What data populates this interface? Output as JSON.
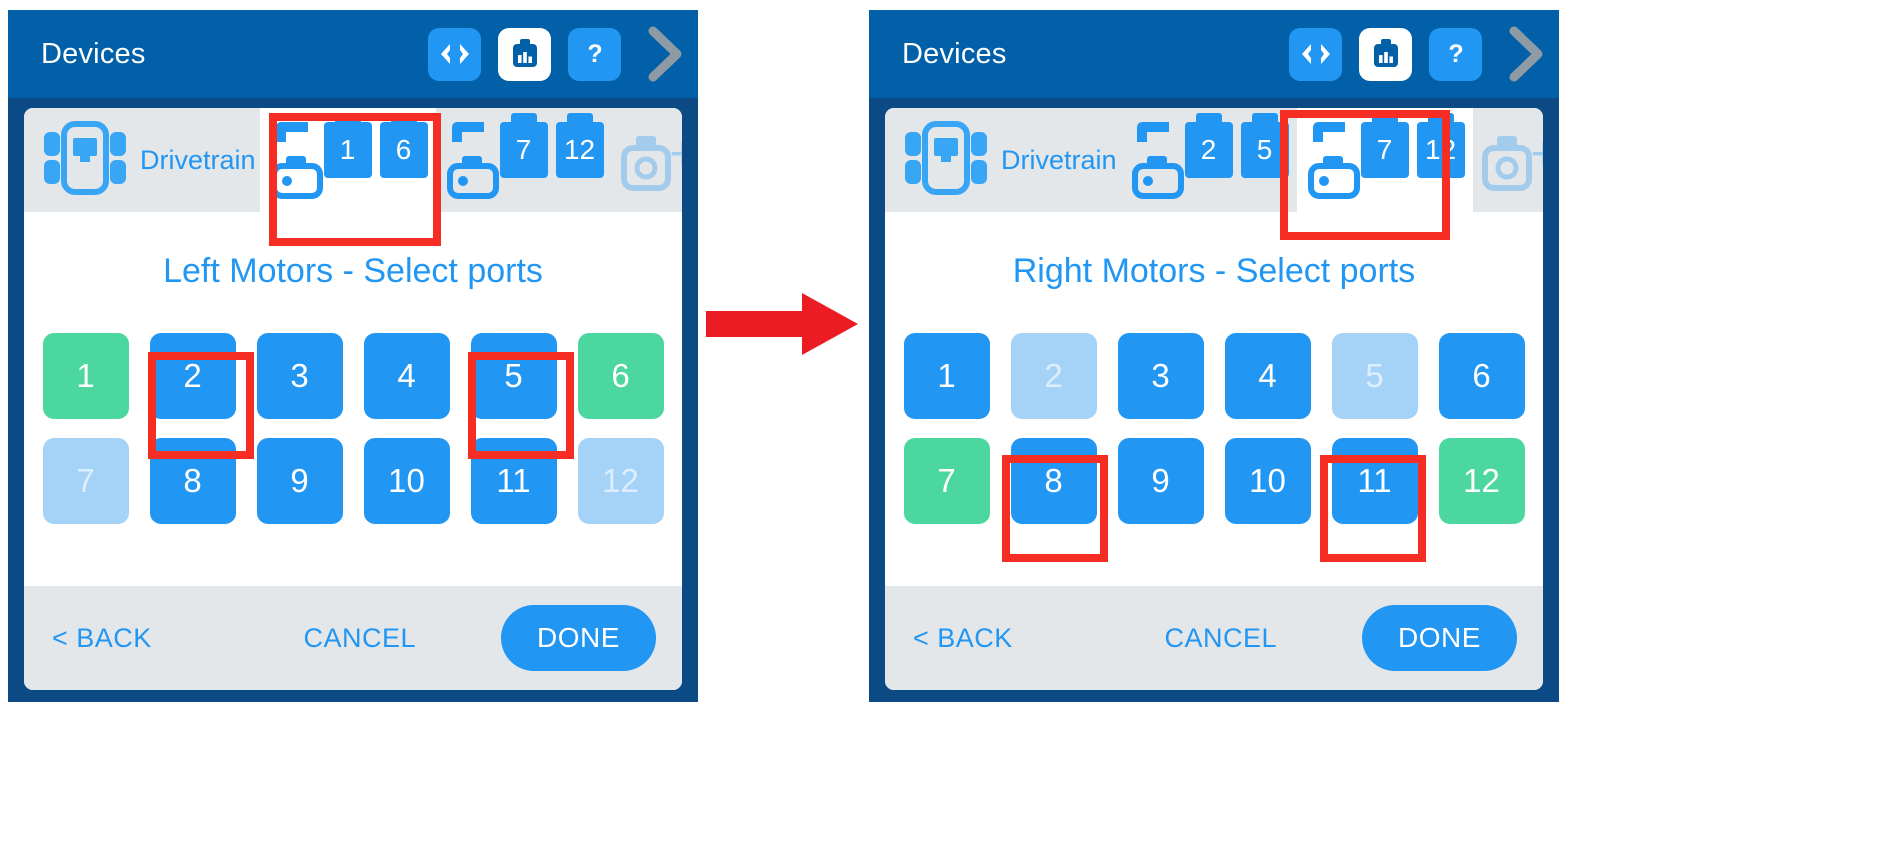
{
  "panels": [
    {
      "id": "left",
      "appbar": {
        "title": "Devices",
        "icons": [
          {
            "name": "code-icon",
            "glyph": "<>"
          },
          {
            "name": "brain-icon",
            "glyph": "brain"
          },
          {
            "name": "help-icon",
            "glyph": "?"
          },
          {
            "name": "chevron-right-icon",
            "glyph": ">"
          }
        ]
      },
      "devicebar": {
        "brain_label": "Drivetrain",
        "groups": [
          {
            "name": "left-motor-group",
            "ports": [
              "1",
              "6"
            ],
            "highlighted": true
          },
          {
            "name": "right-motor-group",
            "ports": [
              "7",
              "12"
            ],
            "highlighted": false
          }
        ],
        "add_label": "+"
      },
      "prompt": "Left Motors - Select ports",
      "ports": [
        {
          "label": "1",
          "state": "sel"
        },
        {
          "label": "2",
          "state": "avail"
        },
        {
          "label": "3",
          "state": "avail"
        },
        {
          "label": "4",
          "state": "avail"
        },
        {
          "label": "5",
          "state": "avail"
        },
        {
          "label": "6",
          "state": "sel"
        },
        {
          "label": "7",
          "state": "dis"
        },
        {
          "label": "8",
          "state": "avail"
        },
        {
          "label": "9",
          "state": "avail"
        },
        {
          "label": "10",
          "state": "avail"
        },
        {
          "label": "11",
          "state": "avail"
        },
        {
          "label": "12",
          "state": "dis"
        }
      ],
      "footer": {
        "back": "< BACK",
        "cancel": "CANCEL",
        "done": "DONE"
      }
    },
    {
      "id": "right",
      "appbar": {
        "title": "Devices",
        "icons": [
          {
            "name": "code-icon",
            "glyph": "<>"
          },
          {
            "name": "brain-icon",
            "glyph": "brain"
          },
          {
            "name": "help-icon",
            "glyph": "?"
          },
          {
            "name": "chevron-right-icon",
            "glyph": ">"
          }
        ]
      },
      "devicebar": {
        "brain_label": "Drivetrain",
        "groups": [
          {
            "name": "left-motor-group",
            "ports": [
              "2",
              "5"
            ],
            "highlighted": false
          },
          {
            "name": "right-motor-group",
            "ports": [
              "7",
              "12"
            ],
            "highlighted": true
          }
        ],
        "add_label": "+"
      },
      "prompt": "Right Motors - Select ports",
      "ports": [
        {
          "label": "1",
          "state": "avail"
        },
        {
          "label": "2",
          "state": "dis"
        },
        {
          "label": "3",
          "state": "avail"
        },
        {
          "label": "4",
          "state": "avail"
        },
        {
          "label": "5",
          "state": "dis"
        },
        {
          "label": "6",
          "state": "avail"
        },
        {
          "label": "7",
          "state": "sel"
        },
        {
          "label": "8",
          "state": "avail"
        },
        {
          "label": "9",
          "state": "avail"
        },
        {
          "label": "10",
          "state": "avail"
        },
        {
          "label": "11",
          "state": "avail"
        },
        {
          "label": "12",
          "state": "sel"
        }
      ],
      "footer": {
        "back": "< BACK",
        "cancel": "CANCEL",
        "done": "DONE"
      }
    }
  ],
  "colors": {
    "appbar_blue": "#0160a8",
    "frame_blue": "#0c4a85",
    "accent_blue": "#2196f3",
    "selected_green": "#4cd7a0",
    "disabled_blue": "#a5d3f7",
    "annotation_red": "#f52d22",
    "bar_grey": "#e4e7ea"
  },
  "annotations": {
    "arrow_name": "step-arrow",
    "boxes": [
      "left-panel-left-motor-group-highlight",
      "left-panel-port-2-highlight",
      "left-panel-port-5-highlight",
      "right-panel-right-motor-group-highlight",
      "right-panel-port-8-highlight",
      "right-panel-port-11-highlight"
    ]
  }
}
